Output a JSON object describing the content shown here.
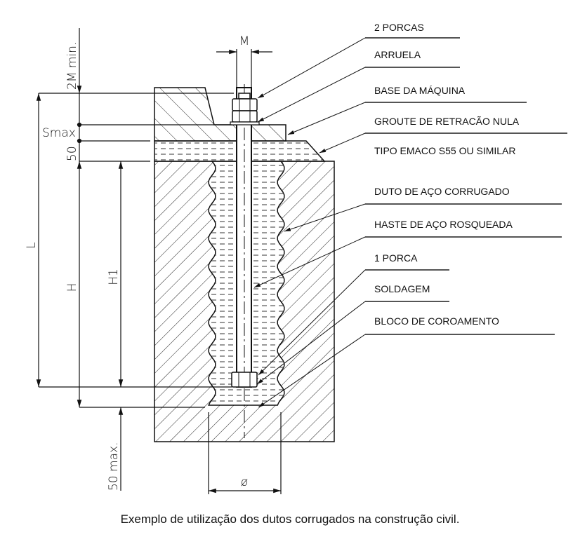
{
  "labels": [
    "2 PORCAS",
    "ARRUELA",
    "BASE DA MÁQUINA",
    "GROUTE DE RETRACÃO NULA",
    "TIPO EMACO S55 OU SIMILAR",
    "DUTO DE AÇO CORRUGADO",
    "HASTE DE AÇO ROSQUEADA",
    "1 PORCA",
    "SOLDAGEM",
    "BLOCO DE COROAMENTO"
  ],
  "dimensions": {
    "m": "M",
    "two_m_min": "2M  min.",
    "smax": "Smax",
    "fifty": "50",
    "l": "L",
    "h": "H",
    "h1": "H1",
    "fifty_max": "50  max.",
    "phi": "ø"
  },
  "caption": "Exemplo de utilização dos dutos corrugados na construção civil."
}
